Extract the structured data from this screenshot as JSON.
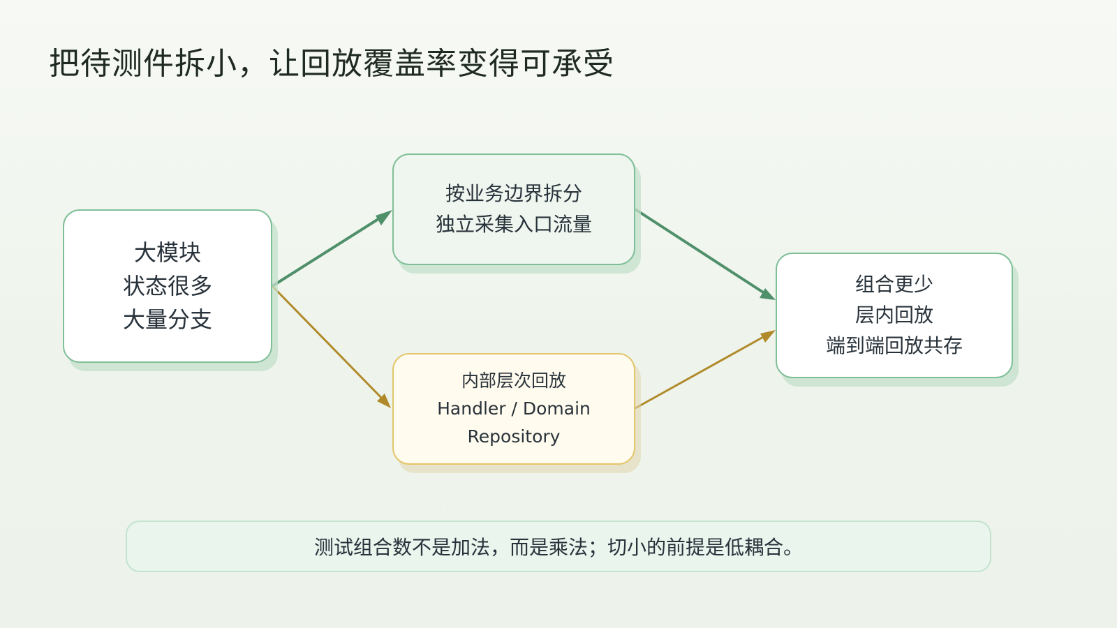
{
  "title": "把待测件拆小，让回放覆盖率变得可承受",
  "nodes": {
    "source": {
      "lines": [
        "大模块",
        "状态很多",
        "大量分支"
      ]
    },
    "split": {
      "lines": [
        "按业务边界拆分",
        "独立采集入口流量"
      ]
    },
    "layer": {
      "lines": [
        "内部层次回放",
        "Handler / Domain",
        "Repository"
      ]
    },
    "result": {
      "lines": [
        "组合更少",
        "层内回放",
        "端到端回放共存"
      ]
    }
  },
  "colors": {
    "green_arrow": "#4f8f6a",
    "gold_arrow": "#b08a2a",
    "green_border": "#7fbf98",
    "gold_border": "#e3c56b"
  },
  "footer": {
    "text": "测试组合数不是加法，而是乘法；切小的前提是低耦合。"
  }
}
